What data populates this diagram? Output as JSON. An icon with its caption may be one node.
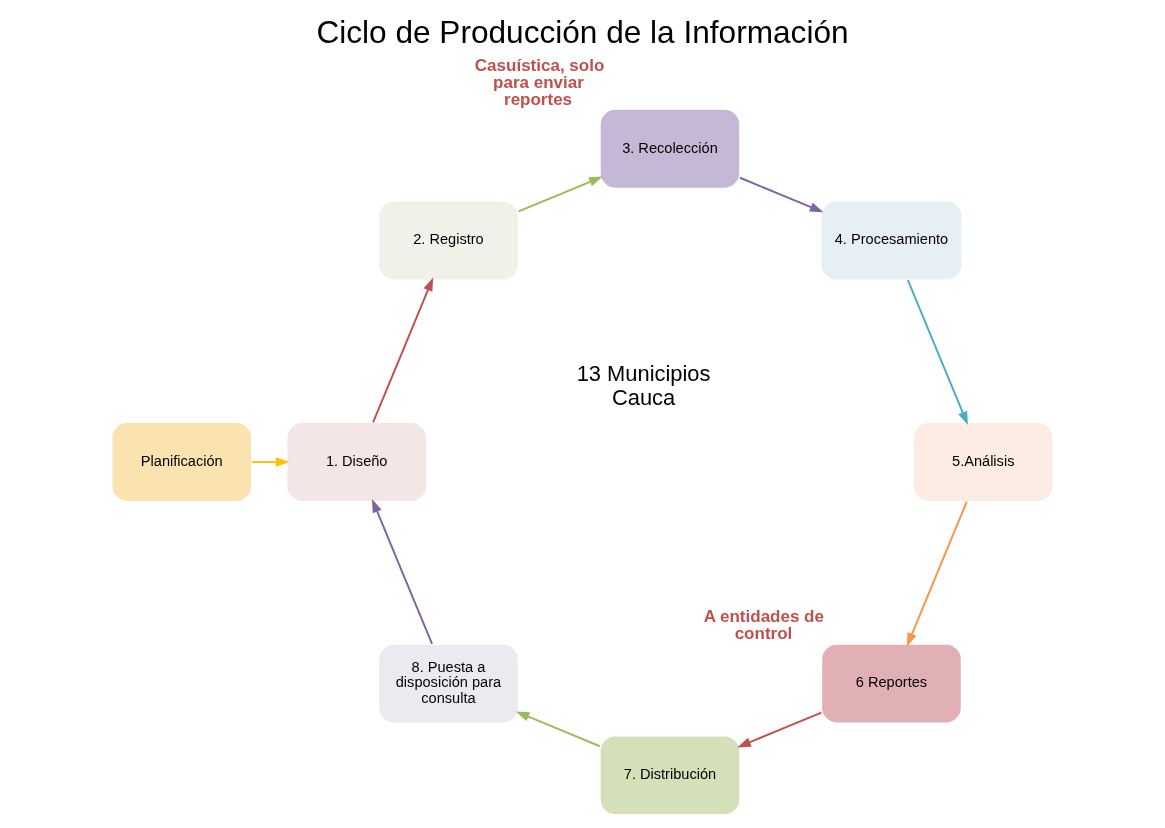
{
  "diagram": {
    "title": "Ciclo de Producción de la Información",
    "nodes": [
      {
        "text": [
          "Planificación"
        ]
      },
      {
        "text": [
          "1. Diseño"
        ]
      },
      {
        "text": [
          "2. Registro"
        ]
      },
      {
        "text": [
          "3. Recolección"
        ],
        "beside": [
          "Casuística, solo para enviar reportes"
        ]
      },
      {
        "text": [
          "4. Procesamiento"
        ]
      },
      {
        "text": [
          "5.Análisis"
        ]
      },
      {
        "text": [
          "6 Reportes"
        ],
        "beside": [
          "A entidades de control"
        ]
      },
      {
        "text": [
          "7. Distribución"
        ]
      },
      {
        "text": [
          "8. Puesta a disposición para consulta"
        ]
      }
    ],
    "edges": [
      {
        "from": 0,
        "to": 1,
        "arrow": "to",
        "color": "#ffc000"
      },
      {
        "from": 1,
        "to": 2,
        "arrow": "to",
        "color": "#c0504d"
      },
      {
        "from": 2,
        "to": 3,
        "arrow": "to",
        "color": "#9bbb59"
      },
      {
        "from": 3,
        "to": 4,
        "arrow": "to",
        "color": "#8064a2"
      },
      {
        "from": 4,
        "to": 5,
        "arrow": "to",
        "color": "#4bacc6"
      },
      {
        "from": 5,
        "to": 6,
        "arrow": "to",
        "color": "#f79646"
      },
      {
        "from": 6,
        "to": 7,
        "arrow": "to",
        "color": "#c0504d"
      },
      {
        "from": 7,
        "to": 8,
        "arrow": "to",
        "color": "#9bbb59"
      },
      {
        "from": 8,
        "to": 1,
        "arrow": "to",
        "color": "#8064a2"
      }
    ],
    "labels": [
      "13 Municipios Cauca"
    ]
  }
}
